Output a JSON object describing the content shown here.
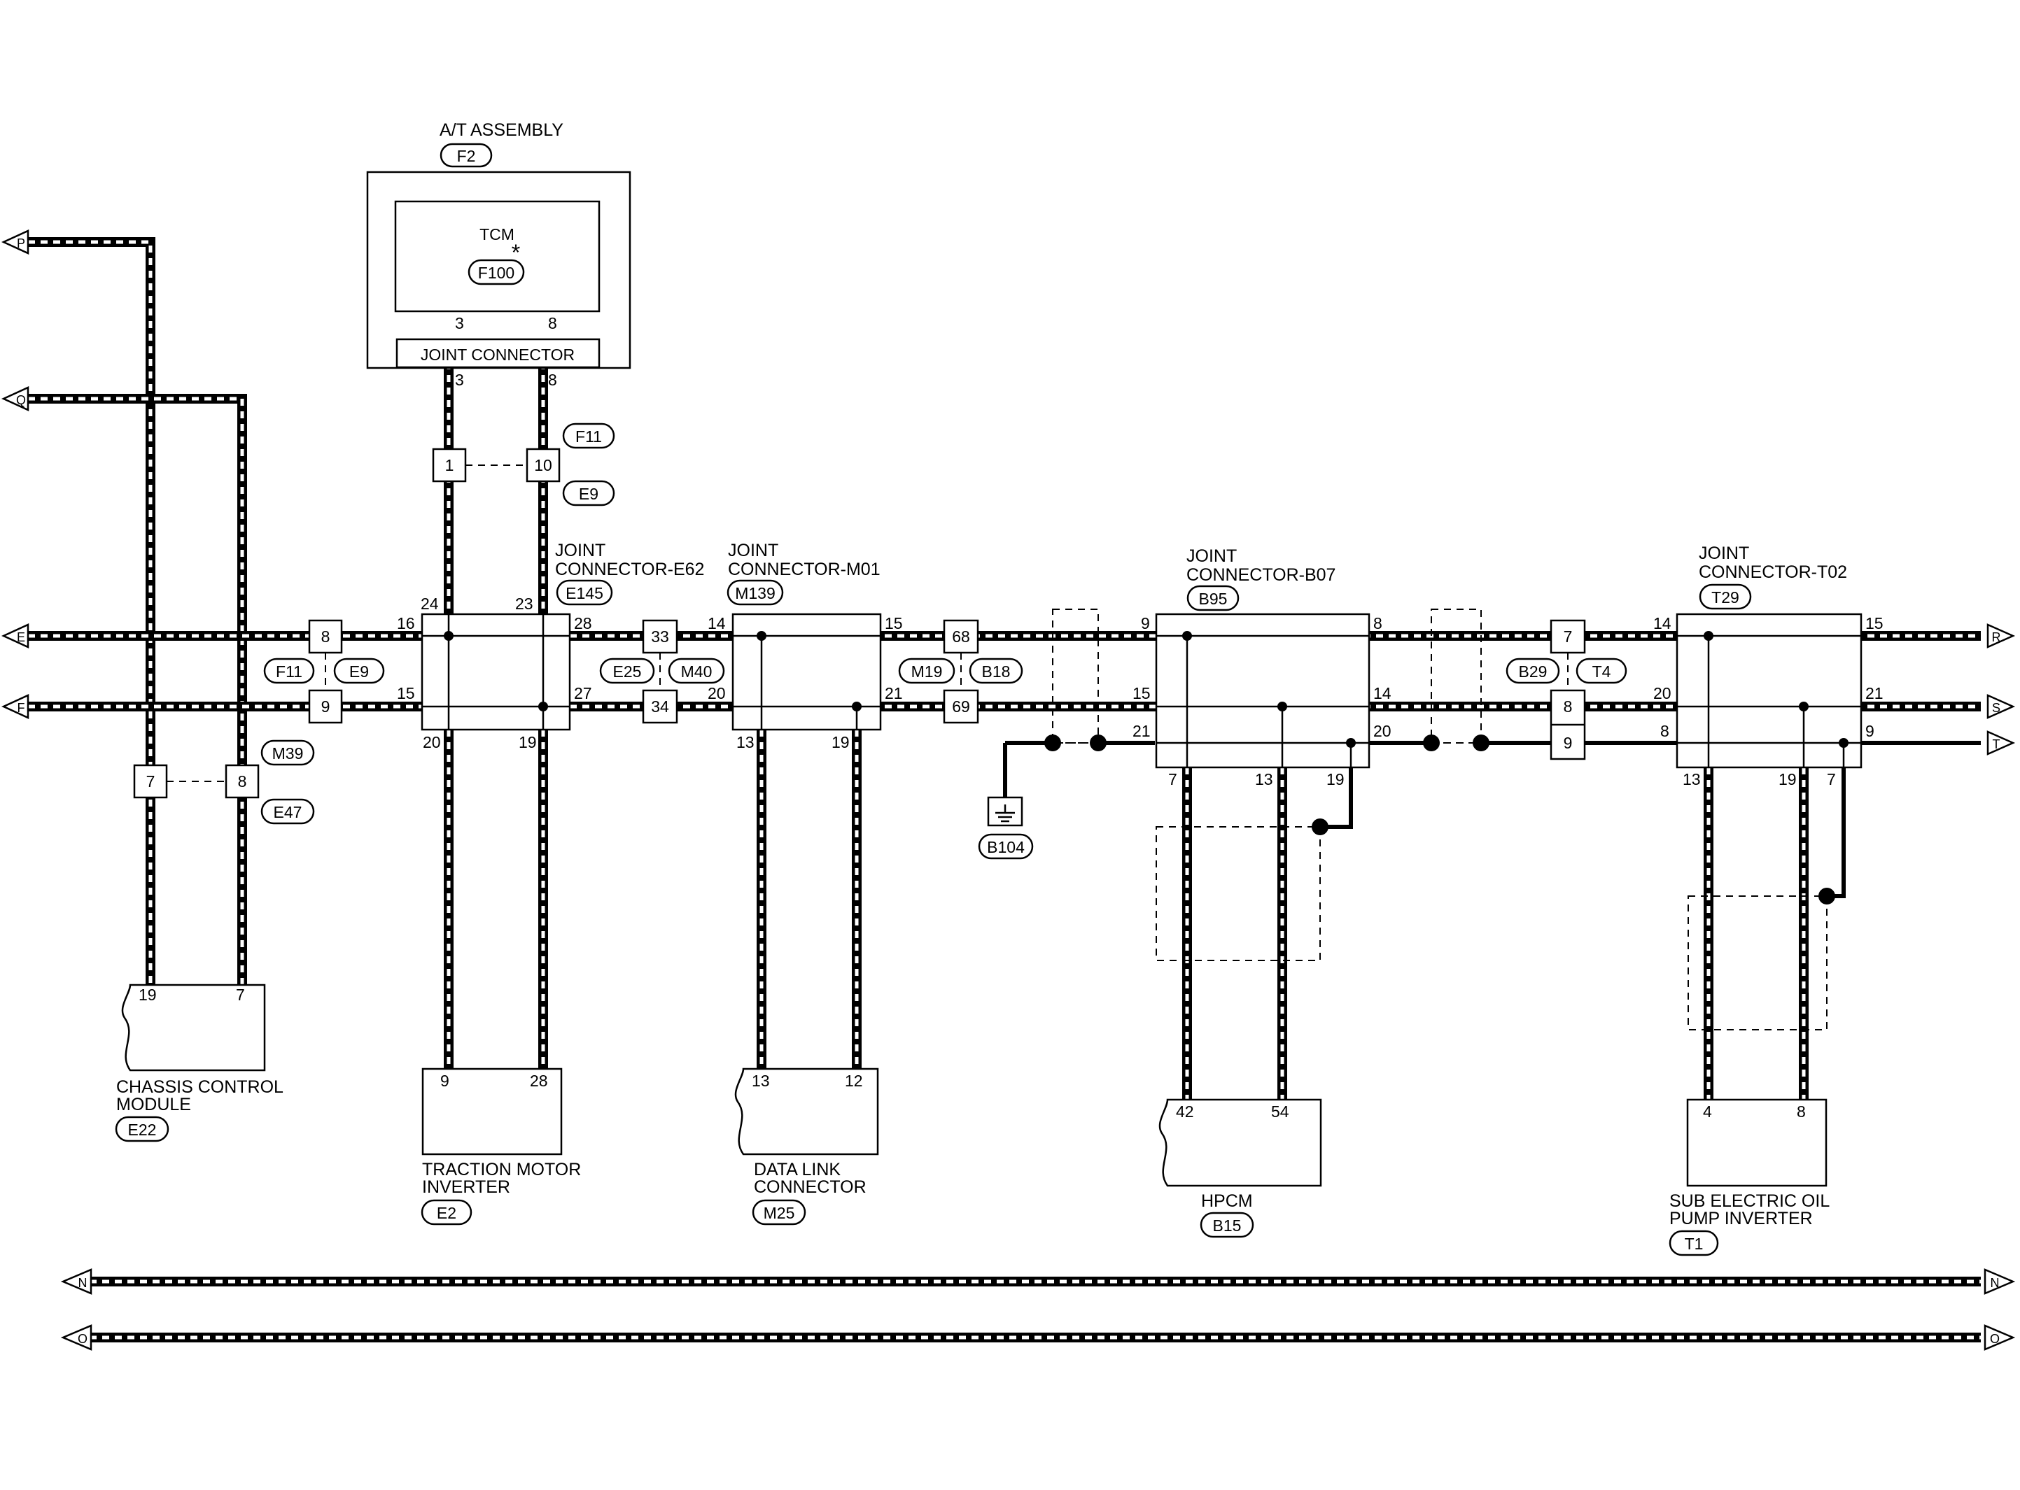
{
  "tcm": {
    "assembly_label": "A/T ASSEMBLY",
    "assembly_code": "F2",
    "name": "TCM",
    "code": "F100",
    "star": "*",
    "inner_joint_label": "JOINT CONNECTOR",
    "pin_a": "3",
    "pin_b": "8"
  },
  "harness_f11_e9": {
    "top": "F11",
    "bottom": "E9",
    "pin_a": "1",
    "pin_b": "10"
  },
  "harness_f11_e9_b": {
    "top": "F11",
    "bottom": "E9",
    "pin_a": "8",
    "pin_b": "9"
  },
  "harness_m39_e47": {
    "top": "M39",
    "bottom": "E47",
    "pin_a": "7",
    "pin_b": "8"
  },
  "harness_e25_m40": {
    "left": "E25",
    "right": "M40",
    "pin_a": "33",
    "pin_b": "34"
  },
  "harness_m19_b18": {
    "left": "M19",
    "right": "B18",
    "pin_a": "68",
    "pin_b": "69"
  },
  "harness_b29_t4": {
    "left": "B29",
    "right": "T4",
    "pin_a": "7",
    "pin_b": "8",
    "pin_c": "9"
  },
  "jc_e62": {
    "label1": "JOINT",
    "label2": "CONNECTOR-E62",
    "code": "E145",
    "p24": "24",
    "p23": "23",
    "p16": "16",
    "p28": "28",
    "p15": "15",
    "p27": "27",
    "p20": "20",
    "p19": "19"
  },
  "jc_m01": {
    "label1": "JOINT",
    "label2": "CONNECTOR-M01",
    "code": "M139",
    "p14": "14",
    "p15": "15",
    "p20": "20",
    "p21": "21",
    "p13": "13",
    "p19": "19"
  },
  "jc_b07": {
    "label1": "JOINT",
    "label2": "CONNECTOR-B07",
    "code": "B95",
    "p9": "9",
    "p8": "8",
    "p15": "15",
    "p14": "14",
    "p21": "21",
    "p20": "20",
    "p7": "7",
    "p13": "13",
    "p19": "19"
  },
  "jc_t02": {
    "label1": "JOINT",
    "label2": "CONNECTOR-T02",
    "code": "T29",
    "p14": "14",
    "p15": "15",
    "p20": "20",
    "p21": "21",
    "p8": "8",
    "p9": "9",
    "p13": "13",
    "p19": "19",
    "p7": "7"
  },
  "ground": {
    "code": "B104"
  },
  "ccm": {
    "label1": "CHASSIS CONTROL",
    "label2": "MODULE",
    "code": "E22",
    "pin_a": "19",
    "pin_b": "7"
  },
  "tmi": {
    "label1": "TRACTION MOTOR",
    "label2": "INVERTER",
    "code": "E2",
    "pin_a": "9",
    "pin_b": "28"
  },
  "dlc": {
    "label1": "DATA LINK",
    "label2": "CONNECTOR",
    "code": "M25",
    "pin_a": "13",
    "pin_b": "12"
  },
  "hpcm": {
    "label": "HPCM",
    "code": "B15",
    "pin_a": "42",
    "pin_b": "54"
  },
  "seop": {
    "label1": "SUB ELECTRIC OIL",
    "label2": "PUMP INVERTER",
    "code": "T1",
    "pin_a": "4",
    "pin_b": "8"
  },
  "arrows": {
    "P": "P",
    "Q": "Q",
    "E": "E",
    "F": "F",
    "R": "R",
    "S": "S",
    "T": "T",
    "N": "N",
    "O": "O"
  }
}
